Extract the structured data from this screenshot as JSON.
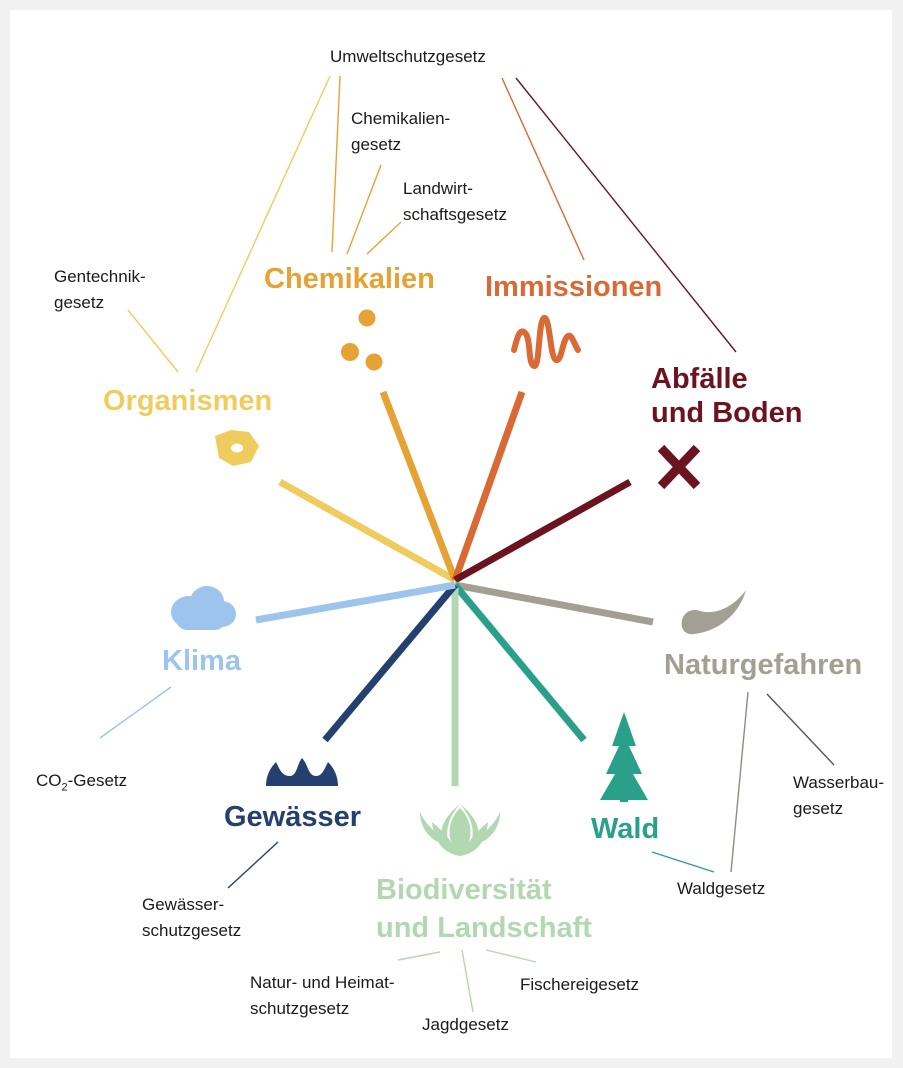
{
  "colors": {
    "organismen": "#f0cc5e",
    "chemikalien": "#e7a235",
    "immissionen": "#d96a35",
    "abfaelle": "#6b1420",
    "naturgefahren": "#a29f93",
    "wald": "#2aa08a",
    "biodiversitaet": "#b2d8b2",
    "gewaesser": "#24406e",
    "klima": "#9cc4ec",
    "law_line_dark": "#555555"
  },
  "categories": {
    "organismen": "Organismen",
    "chemikalien": "Chemikalien",
    "immissionen": "Immissionen",
    "abfaelle": "Abfälle\nund Boden",
    "naturgefahren": "Naturgefahren",
    "wald": "Wald",
    "biodiversitaet": "Biodiversität\nund Landschaft",
    "gewaesser": "Gewässer",
    "klima": "Klima"
  },
  "laws": {
    "umweltschutzgesetz": "Umweltschutzgesetz",
    "chemikaliengesetz": "Chemikalien-\ngesetz",
    "landwirtschaftsgesetz": "Landwirt-\nschaftsgesetz",
    "gentechnikgesetz": "Gentechnik-\ngesetz",
    "co2_prefix": "CO",
    "co2_sub": "2",
    "co2_suffix": "-Gesetz",
    "gewaesserschutzgesetz": "Gewässer-\nschutzgesetz",
    "naturschutzgesetz": "Natur- und Heimat-\nschutzgesetz",
    "jagdgesetz": "Jagdgesetz",
    "fischereigesetz": "Fischereigesetz",
    "waldgesetz": "Waldgesetz",
    "wasserbaugesetz": "Wasserbau-\ngesetz"
  },
  "icons": {
    "organismen": "cell-icon",
    "chemikalien": "molecule-dots-icon",
    "immissionen": "wave-icon",
    "abfaelle": "cross-icon",
    "naturgefahren": "horn-icon",
    "wald": "fir-tree-icon",
    "biodiversitaet": "leaf-icon",
    "gewaesser": "water-wave-icon",
    "klima": "cloud-icon"
  }
}
